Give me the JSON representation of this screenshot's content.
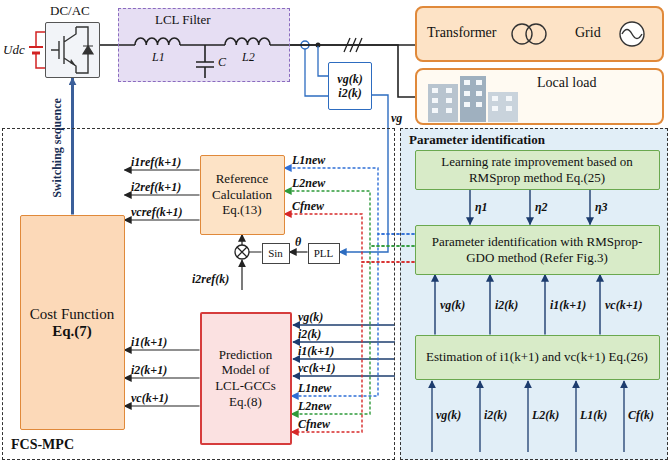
{
  "diagram": {
    "nodes": [
      {
        "text": [
          "DC/AC"
        ]
      },
      {
        "text": [
          "LCL Filter"
        ]
      },
      {
        "text": [
          "Transformer",
          "Grid"
        ]
      },
      {
        "text": [
          "vg(k)",
          "i2(k)"
        ]
      },
      {
        "text": [
          "Local load"
        ]
      },
      {
        "text": [
          "FCS-MPC"
        ]
      },
      {
        "text": [
          "Cost Function",
          "Eq.(7)"
        ],
        "in": 5
      },
      {
        "text": [
          "Reference Calculation Eq.(13)"
        ],
        "in": 5
      },
      {
        "text": [
          "Prediction Model of LCL-GCCs Eq.(8)"
        ],
        "in": 5
      },
      {
        "text": [
          "Sin"
        ],
        "in": 5
      },
      {
        "text": [
          "PLL"
        ],
        "in": 5
      },
      {
        "text": [
          "Parameter identification"
        ]
      },
      {
        "text": [
          "Learning rate improvement based on RMSprop method Eq.(25)"
        ],
        "in": 11
      },
      {
        "text": [
          "Parameter identification with RMSprop-GDO method (Refer Fig.3)"
        ],
        "in": 11
      },
      {
        "text": [
          "Estimation of i1(k+1) and vc(k+1) Eq.(26)"
        ],
        "in": 11
      }
    ],
    "edges": [
      {
        "from": 0,
        "to": 1,
        "arrow": "none"
      },
      {
        "from": 1,
        "to": 2,
        "arrow": "none"
      },
      {
        "from": 1,
        "to": 4,
        "arrow": "none"
      },
      {
        "from": 6,
        "to": 0,
        "arrow": "to",
        "label": "Switching sequence"
      },
      {
        "from": 7,
        "to": 6,
        "arrow": "to",
        "label": "i1ref(k+1)"
      },
      {
        "from": 7,
        "to": 6,
        "arrow": "to",
        "label": "i2ref(k+1)"
      },
      {
        "from": 7,
        "to": 6,
        "arrow": "to",
        "label": "vcref(k+1)"
      },
      {
        "from": 8,
        "to": 6,
        "arrow": "to",
        "label": "i1(k+1)"
      },
      {
        "from": 8,
        "to": 6,
        "arrow": "to",
        "label": "i2(k+1)"
      },
      {
        "from": 8,
        "to": 6,
        "arrow": "to",
        "label": "vc(k+1)"
      },
      {
        "from": 10,
        "to": 9,
        "arrow": "to",
        "label": "θ"
      },
      {
        "from": 9,
        "to": 7,
        "arrow": "to"
      },
      {
        "from": 3,
        "to": 10,
        "arrow": "to",
        "label": "vg"
      },
      {
        "from": 13,
        "to": 7,
        "arrow": "to",
        "label": "L1new"
      },
      {
        "from": 13,
        "to": 7,
        "arrow": "to",
        "label": "L2new"
      },
      {
        "from": 13,
        "to": 7,
        "arrow": "to",
        "label": "Cfnew"
      },
      {
        "from": 13,
        "to": 8,
        "arrow": "to",
        "label": "L1new"
      },
      {
        "from": 13,
        "to": 8,
        "arrow": "to",
        "label": "L2new"
      },
      {
        "from": 13,
        "to": 8,
        "arrow": "to",
        "label": "Cfnew"
      },
      {
        "from": 12,
        "to": 13,
        "arrow": "to",
        "label": "η1"
      },
      {
        "from": 12,
        "to": 13,
        "arrow": "to",
        "label": "η2"
      },
      {
        "from": 12,
        "to": 13,
        "arrow": "to",
        "label": "η3"
      },
      {
        "from": 14,
        "to": 13,
        "arrow": "to",
        "label": "vg(k)"
      },
      {
        "from": 14,
        "to": 13,
        "arrow": "to",
        "label": "i2(k)"
      },
      {
        "from": 14,
        "to": 13,
        "arrow": "to",
        "label": "i1(k+1)"
      },
      {
        "from": 14,
        "to": 13,
        "arrow": "to",
        "label": "vc(k+1)"
      }
    ],
    "labels": [
      "Udc",
      "L1",
      "C",
      "L2",
      "i2ref(k)",
      "vg(k)",
      "i2(k)",
      "i1(k+1)",
      "vc(k+1)",
      "vg(k)",
      "i2(k)",
      "L2(k)",
      "L1(k)",
      "Cf(k)"
    ]
  }
}
